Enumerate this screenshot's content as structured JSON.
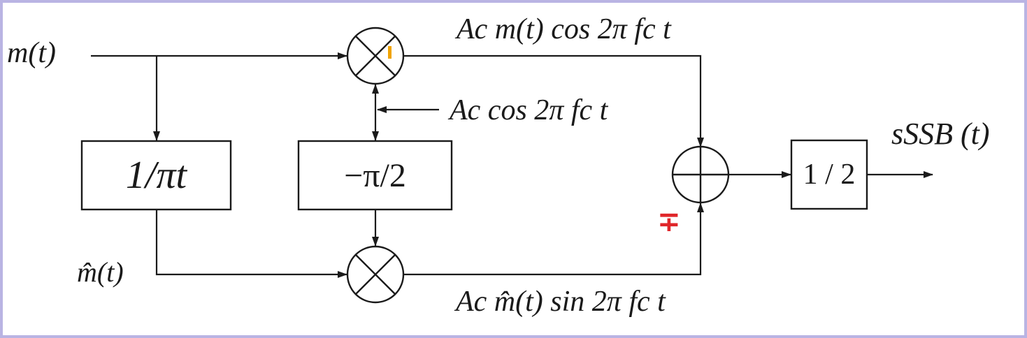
{
  "diagram": {
    "input_label": "m(t)",
    "hilbert_output_label": "m̂(t)",
    "hilbert_block": "1/πt",
    "phase_shift_block": "−π/2",
    "gain_block": "1 / 2",
    "carrier_label": "Aс cos 2π fс t",
    "upper_product_label": "Aс m(t) cos 2π fс t",
    "lower_product_label": "Aс m̂(t) sin 2π fс t",
    "output_label": "sSSB (t)",
    "summer_sign": "∓",
    "colors": {
      "line": "#1a1a1a",
      "frame": "#b9b4e3",
      "sign": "#e0262a",
      "cursor": "#f0a300"
    }
  }
}
